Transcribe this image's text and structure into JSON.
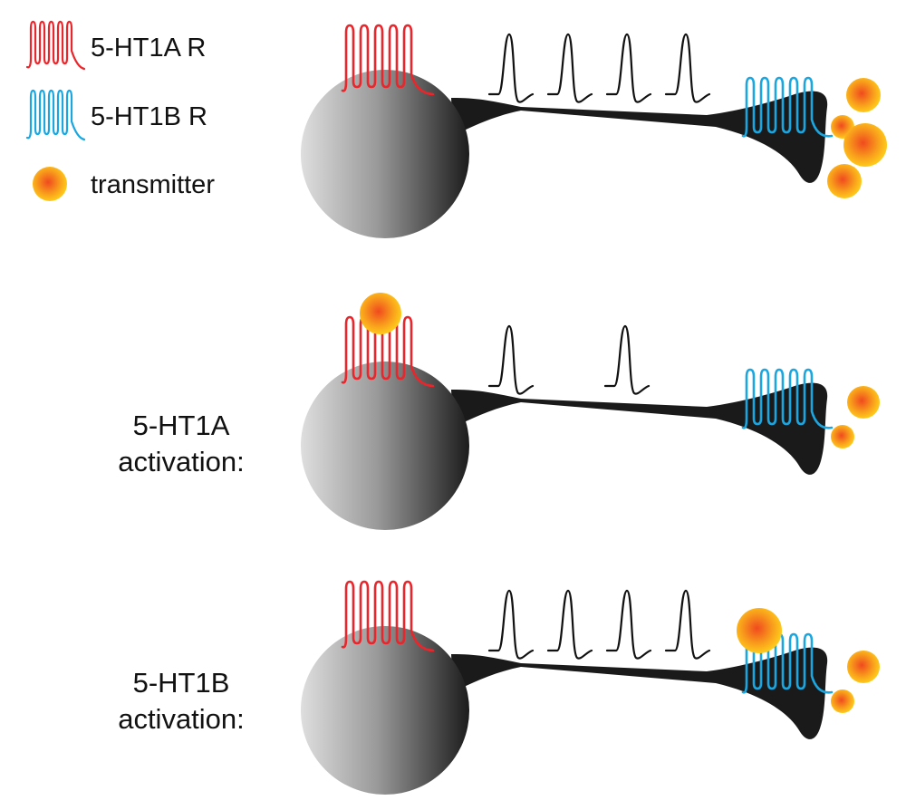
{
  "legend": {
    "htr1a_label": "5-HT1A R",
    "htr1b_label": "5-HT1B R",
    "transmitter_label": "transmitter"
  },
  "panels": [
    {
      "label_lines": [],
      "spike_count": 4,
      "htr1a_bound": false,
      "htr1b_bound": false,
      "released_transmitters": 4
    },
    {
      "label_lines": [
        "5-HT1A",
        "activation:"
      ],
      "spike_count": 2,
      "htr1a_bound": true,
      "htr1b_bound": false,
      "released_transmitters": 2
    },
    {
      "label_lines": [
        "5-HT1B",
        "activation:"
      ],
      "spike_count": 4,
      "htr1a_bound": false,
      "htr1b_bound": true,
      "released_transmitters": 2
    }
  ],
  "colors": {
    "htr1a": "#e8262b",
    "htr1b": "#1ba6df",
    "transmitter_center": "#f04a1e",
    "transmitter_edge": "#ffd51a",
    "neuron_dark": "#1a1a1a",
    "neuron_light": "#dcdcdc",
    "ink": "#111111"
  }
}
